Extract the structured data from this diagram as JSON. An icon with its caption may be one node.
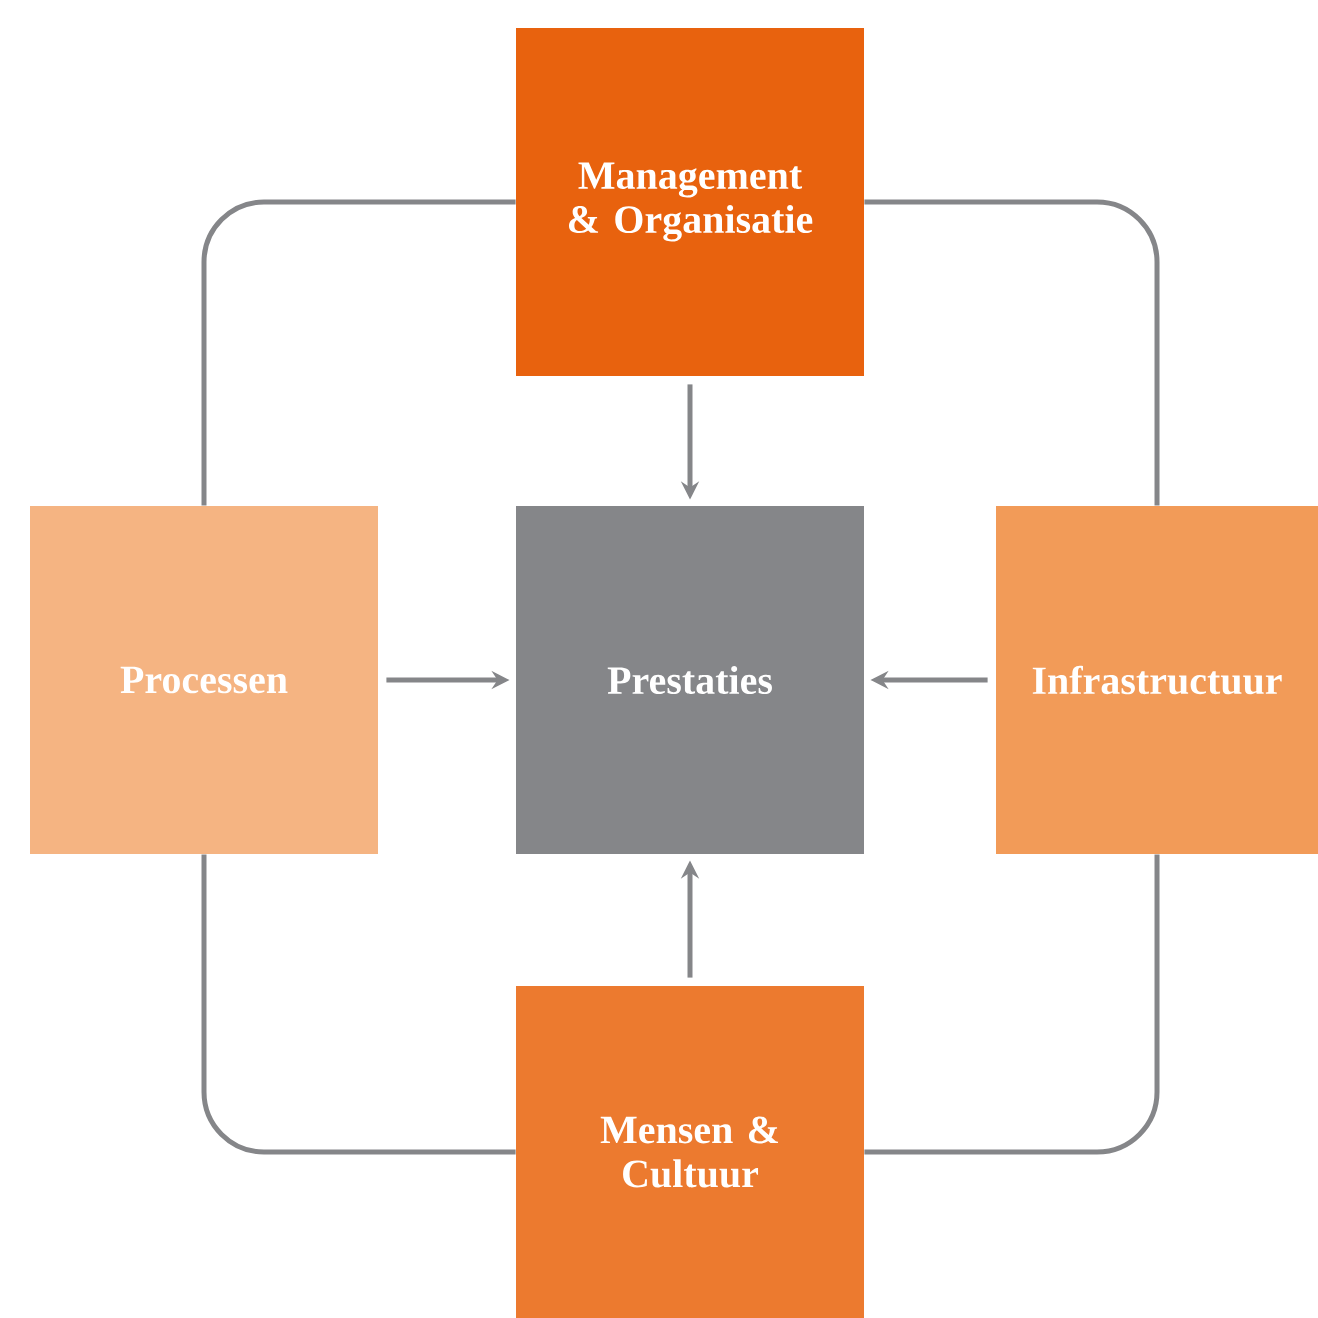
{
  "diagram": {
    "nodes": [
      {
        "text": [
          "Management & Organisatie"
        ]
      },
      {
        "text": [
          "Processen"
        ]
      },
      {
        "text": [
          "Prestaties"
        ]
      },
      {
        "text": [
          "Infrastructuur"
        ]
      },
      {
        "text": [
          "Mensen & Cultuur"
        ]
      }
    ],
    "edges": [
      {
        "from": 0,
        "to": 1,
        "arrow": "none"
      },
      {
        "from": 0,
        "to": 3,
        "arrow": "none"
      },
      {
        "from": 1,
        "to": 4,
        "arrow": "none"
      },
      {
        "from": 3,
        "to": 4,
        "arrow": "none"
      },
      {
        "from": 0,
        "to": 2,
        "arrow": "to"
      },
      {
        "from": 1,
        "to": 2,
        "arrow": "to"
      },
      {
        "from": 3,
        "to": 2,
        "arrow": "to"
      },
      {
        "from": 4,
        "to": 2,
        "arrow": "to"
      }
    ]
  }
}
